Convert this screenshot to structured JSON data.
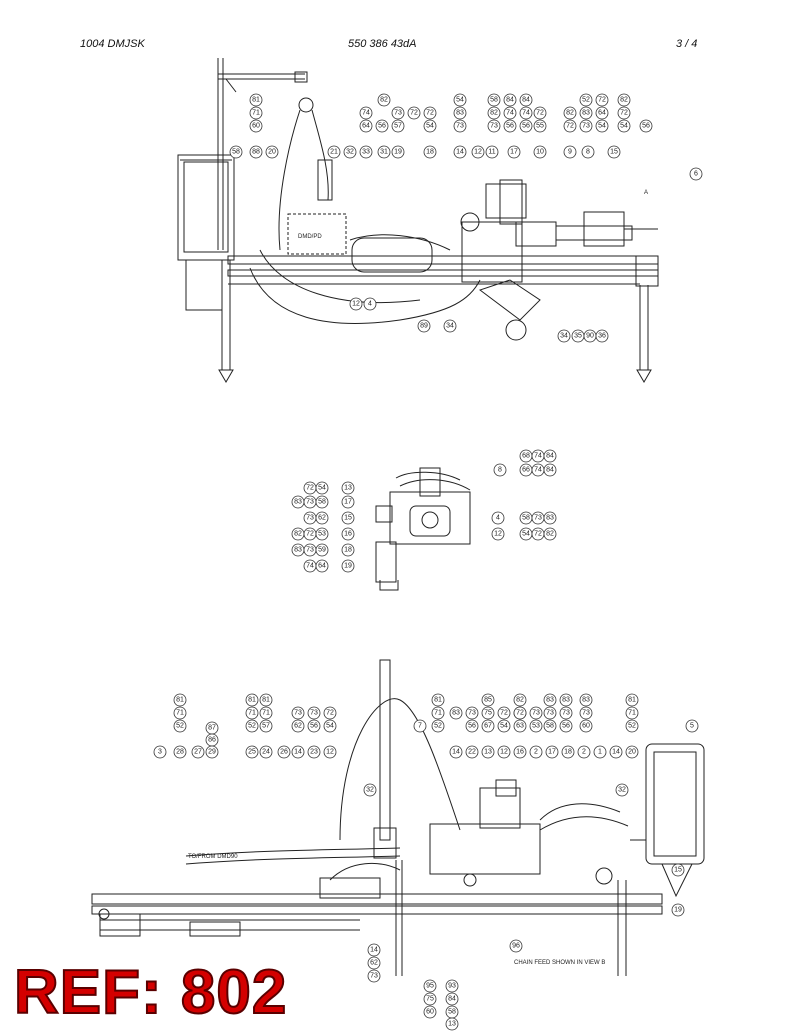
{
  "header": {
    "doc_id": "1004 DMJSK",
    "doc_number": "550 386 43dA",
    "page": "3 /   4"
  },
  "reference": "REF: 802",
  "notes": {
    "section_label": "A",
    "dmd_box": "DMD/PD",
    "to_from": "TO/FROM DMD90",
    "chain_feed": "CHAIN FEED SHOWN IN VIEW B"
  },
  "callouts": {
    "top": [
      "81",
      "71",
      "60",
      "82",
      "74",
      "73",
      "72",
      "72",
      "64",
      "56",
      "57",
      "54",
      "54",
      "83",
      "73",
      "58",
      "84",
      "84",
      "82",
      "74",
      "74",
      "72",
      "73",
      "56",
      "56",
      "55",
      "52",
      "72",
      "82",
      "82",
      "83",
      "64",
      "72",
      "72",
      "73",
      "54",
      "54",
      "56",
      "58",
      "88",
      "20",
      "21",
      "32",
      "33",
      "31",
      "19",
      "18",
      "14",
      "12",
      "11",
      "17",
      "10",
      "9",
      "8",
      "15",
      "6",
      "12",
      "4",
      "89",
      "34",
      "34",
      "35",
      "90",
      "36",
      "14",
      "60",
      "73",
      "83"
    ],
    "middle": [
      "68",
      "74",
      "84",
      "8",
      "66",
      "74",
      "84",
      "72",
      "54",
      "13",
      "83",
      "73",
      "58",
      "17",
      "73",
      "62",
      "15",
      "82",
      "72",
      "53",
      "16",
      "83",
      "73",
      "59",
      "18",
      "74",
      "64",
      "19",
      "4",
      "58",
      "73",
      "83",
      "12",
      "54",
      "72",
      "82"
    ],
    "bottom": [
      "81",
      "71",
      "52",
      "87",
      "86",
      "3",
      "28",
      "27",
      "29",
      "81",
      "81",
      "71",
      "71",
      "52",
      "57",
      "73",
      "73",
      "72",
      "62",
      "56",
      "54",
      "25",
      "24",
      "26",
      "14",
      "23",
      "12",
      "81",
      "71",
      "52",
      "85",
      "83",
      "73",
      "75",
      "72",
      "72",
      "73",
      "56",
      "67",
      "54",
      "53",
      "82",
      "72",
      "63",
      "83",
      "83",
      "83",
      "73",
      "73",
      "73",
      "58",
      "56",
      "60",
      "81",
      "71",
      "52",
      "5",
      "7",
      "14",
      "22",
      "13",
      "12",
      "16",
      "2",
      "17",
      "18",
      "2",
      "1",
      "14",
      "20",
      "32",
      "32",
      "15",
      "19",
      "14",
      "62",
      "73",
      "96",
      "95",
      "75",
      "60",
      "93",
      "84",
      "58",
      "13"
    ]
  }
}
